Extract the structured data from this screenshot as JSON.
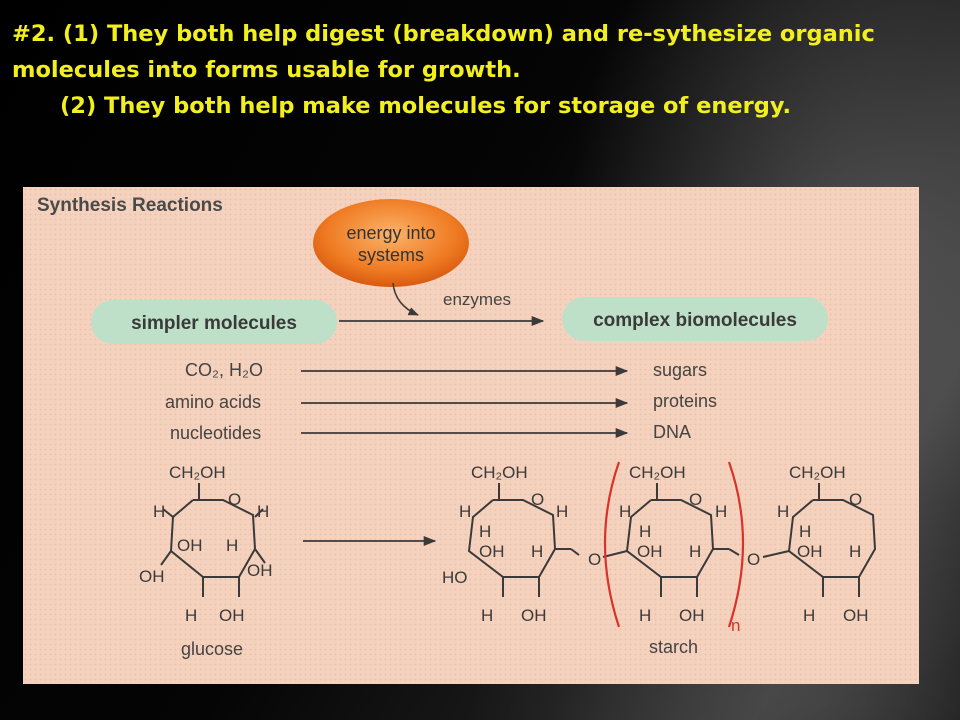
{
  "slide": {
    "line1": "#2. (1) They both help digest (breakdown) and re-sythesize organic",
    "line2": "molecules into forms usable for growth.",
    "line3": "(2) They both help make molecules for storage of energy."
  },
  "figure": {
    "title": "Synthesis Reactions",
    "energy_line1": "energy into",
    "energy_line2": "systems",
    "enzymes": "enzymes",
    "simpler": "simpler molecules",
    "complex": "complex biomolecules",
    "inputs": [
      "CO₂, H₂O",
      "amino acids",
      "nucleotides"
    ],
    "outputs": [
      "sugars",
      "proteins",
      "DNA"
    ],
    "glucose_label": "glucose",
    "starch_label": "starch",
    "repeat_n": "n",
    "ring": {
      "ch2oh": "CH₂OH",
      "o": "O",
      "h": "H",
      "oh": "OH",
      "ho": "HO"
    }
  },
  "colors": {
    "slide_text": "#f3ef1f",
    "figure_bg": "#f5d2bd",
    "pill_green": "#bfe0c8",
    "energy_orange": "#ef7a22",
    "bracket_red": "#d8332b",
    "ink": "#3a3a3a"
  }
}
